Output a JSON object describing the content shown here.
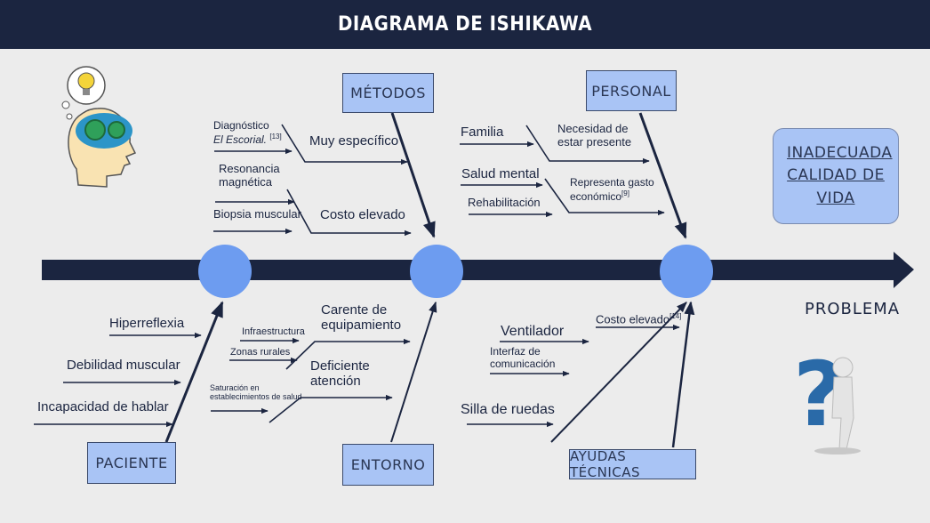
{
  "title": "DIAGRAMA DE ISHIKAWA",
  "effect": "INADECUADA CALIDAD DE VIDA",
  "problem_label": "PROBLEMA",
  "categories": {
    "metodos": "MÉTODOS",
    "personal": "PERSONAL",
    "paciente": "PACIENTE",
    "entorno": "ENTORNO",
    "ayudas": "AYUDAS TÉCNICAS"
  },
  "metodos": {
    "cause1": "Muy específico",
    "cause1_sub_a": "Diagnóstico",
    "cause1_sub_b": "El Escorial.",
    "cause1_sub_ref": "[13]",
    "cause2": "Costo elevado",
    "cause2_sub1_a": "Resonancia",
    "cause2_sub1_b": "magnética",
    "cause2_sub2": "Biopsia muscular"
  },
  "personal": {
    "cause1_a": "Necesidad de",
    "cause1_b": "estar presente",
    "cause1_sub": "Familia",
    "cause2_a": "Representa gasto",
    "cause2_b": "económico",
    "cause2_ref": "[9]",
    "cause2_sub1": "Salud mental",
    "cause2_sub2": "Rehabilitación"
  },
  "paciente": {
    "cause1": "Hiperreflexia",
    "cause2": "Debilidad muscular",
    "cause3": "Incapacidad de hablar"
  },
  "entorno": {
    "cause1_a": "Carente de",
    "cause1_b": "equipamiento",
    "cause1_sub1": "Infraestructura",
    "cause1_sub2": "Zonas rurales",
    "cause2_a": "Deficiente",
    "cause2_b": "atención",
    "cause2_sub_a": "Saturación en",
    "cause2_sub_b": "establecimientos de salud"
  },
  "ayudas": {
    "cause_main": "Costo elevado",
    "cause_main_ref": "[14]",
    "sub1": "Ventilador",
    "sub2_a": "Interfaz de",
    "sub2_b": "comunicación",
    "sub3": "Silla de ruedas"
  },
  "colors": {
    "header": "#1b2540",
    "spine": "#1b2540",
    "node": "#6d9cf0",
    "box": "#a9c4f5",
    "background": "#ececec"
  },
  "icons": [
    "thinking-head-icon",
    "lightbulb-icon",
    "question-figure-icon"
  ]
}
